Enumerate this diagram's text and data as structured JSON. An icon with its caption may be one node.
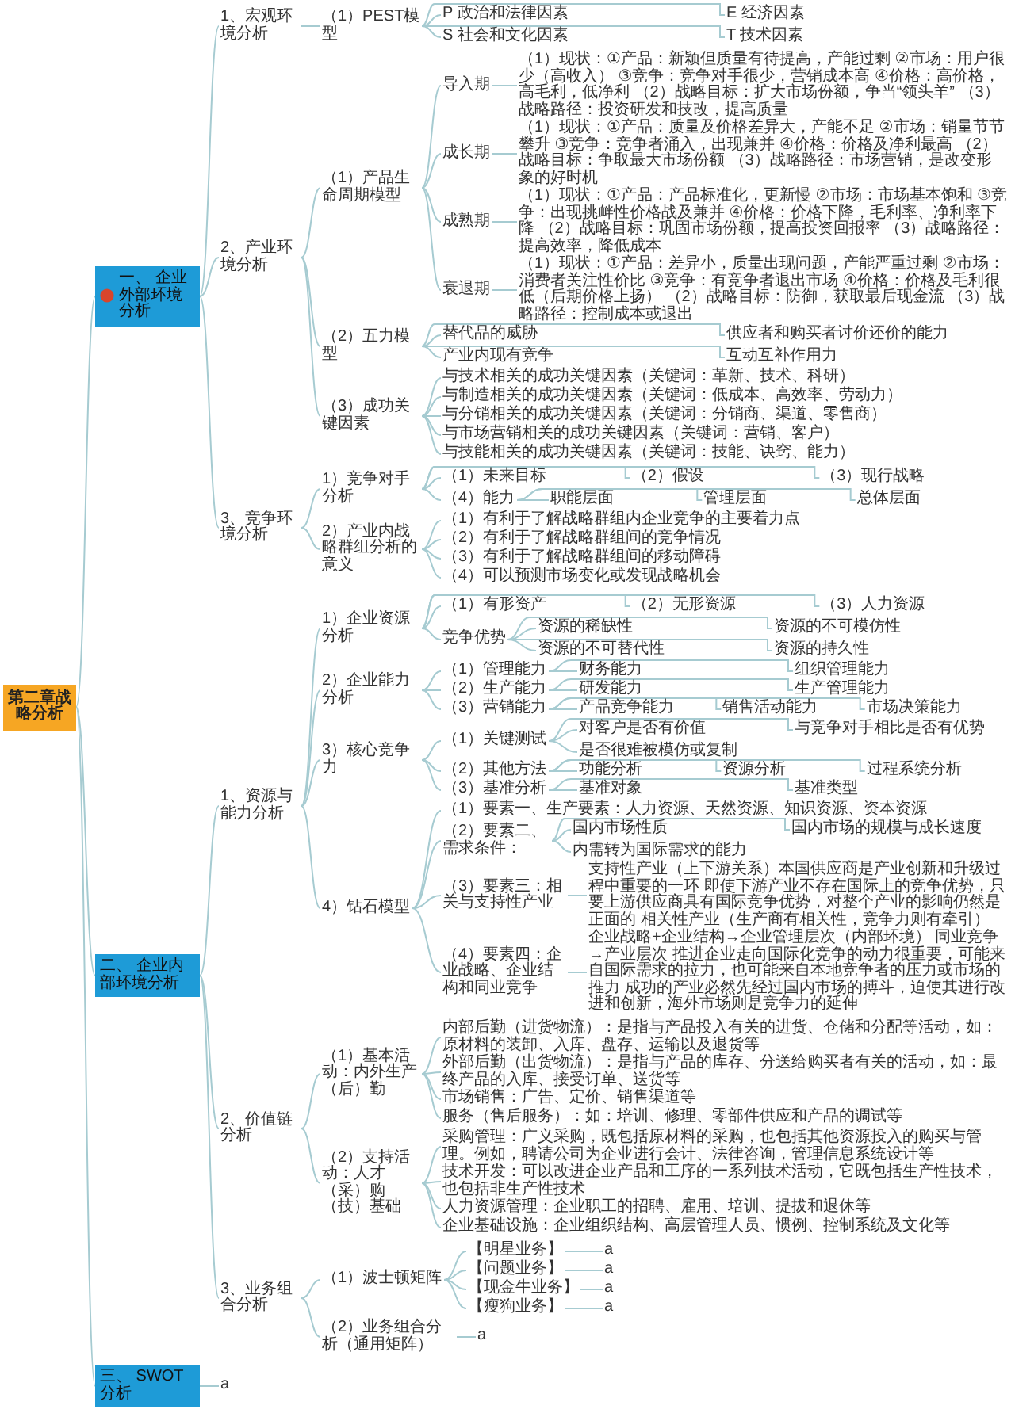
{
  "diagram": {
    "nodes": [
      {
        "text": [
          "第二章战略分析"
        ]
      },
      {
        "text": [
          "一、 企业外部环境分析"
        ]
      },
      {
        "text": [
          "1、宏观环境分析"
        ]
      },
      {
        "text": [
          "（1）PEST模型"
        ]
      },
      {
        "text": [
          "P 政治和法律因素"
        ]
      },
      {
        "text": [
          "E 经济因素"
        ]
      },
      {
        "text": [
          "S 社会和文化因素"
        ]
      },
      {
        "text": [
          "T 技术因素"
        ]
      },
      {
        "text": [
          "2、产业环境分析"
        ]
      },
      {
        "text": [
          "（1）产品生命周期模型"
        ]
      },
      {
        "text": [
          "导入期"
        ]
      },
      {
        "text": [
          "（1）现状：①产品：新颖但质量有待提高，产能过剩 ②市场：用户很少（高收入） ③竞争：竞争对手很少，营销成本高 ④价格：高价格，高毛利，低净利 （2）战略目标：扩大市场份额，争当“领头羊” （3）战略路径：投资研发和技改，提高质量"
        ]
      },
      {
        "text": [
          "成长期"
        ]
      },
      {
        "text": [
          "（1）现状：①产品：质量及价格差异大，产能不足 ②市场：销量节节攀升 ③竞争：竞争者涌入，出现兼并 ④价格：价格及净利最高 （2）战略目标：争取最大市场份额 （3）战略路径：市场营销，是改变形象的好时机"
        ]
      },
      {
        "text": [
          "成熟期"
        ]
      },
      {
        "text": [
          "（1）现状：①产品：产品标准化，更新慢 ②市场：市场基本饱和 ③竞争：出现挑衅性价格战及兼并 ④价格：价格下降，毛利率、净利率下降 （2）战略目标：巩固市场份额，提高投资回报率 （3）战略路径：提高效率，降低成本"
        ]
      },
      {
        "text": [
          "衰退期"
        ]
      },
      {
        "text": [
          "（1）现状：①产品：差异小，质量出现问题，产能严重过剩 ②市场：消费者关注性价比 ③竞争：有竞争者退出市场 ④价格：价格及毛利很低（后期价格上扬） （2）战略目标：防御，获取最后现金流 （3）战略路径：控制成本或退出"
        ]
      },
      {
        "text": [
          "（2）五力模型"
        ]
      },
      {
        "text": [
          "替代品的威胁"
        ]
      },
      {
        "text": [
          "供应者和购买者讨价还价的能力"
        ]
      },
      {
        "text": [
          "产业内现有竞争"
        ]
      },
      {
        "text": [
          "互动互补作用力"
        ]
      },
      {
        "text": [
          "（3）成功关键因素"
        ]
      },
      {
        "text": [
          "与技术相关的成功关键因素（关键词：革新、技术、科研）"
        ]
      },
      {
        "text": [
          "与制造相关的成功关键因素（关键词：低成本、高效率、劳动力）"
        ]
      },
      {
        "text": [
          "与分销相关的成功关键因素（关键词：分销商、渠道、零售商）"
        ]
      },
      {
        "text": [
          "与市场营销相关的成功关键因素（关键词：营销、客户）"
        ]
      },
      {
        "text": [
          "与技能相关的成功关键因素（关键词：技能、诀窍、能力）"
        ]
      },
      {
        "text": [
          "3、竞争环境分析"
        ]
      },
      {
        "text": [
          "1）竞争对手分析"
        ]
      },
      {
        "text": [
          "（1）未来目标"
        ]
      },
      {
        "text": [
          "（2）假设"
        ]
      },
      {
        "text": [
          "（3）现行战略"
        ]
      },
      {
        "text": [
          "（4）能力"
        ]
      },
      {
        "text": [
          "职能层面"
        ]
      },
      {
        "text": [
          "管理层面"
        ]
      },
      {
        "text": [
          "总体层面"
        ]
      },
      {
        "text": [
          "2）产业内战略群组分析的意义"
        ]
      },
      {
        "text": [
          "（1）有利于了解战略群组内企业竞争的主要着力点"
        ]
      },
      {
        "text": [
          "（2）有利于了解战略群组间的竞争情况"
        ]
      },
      {
        "text": [
          "（3）有利于了解战略群组间的移动障碍"
        ]
      },
      {
        "text": [
          "（4）可以预测市场变化或发现战略机会"
        ]
      },
      {
        "text": [
          "二、 企业内部环境分析"
        ]
      },
      {
        "text": [
          "1、资源与能力分析"
        ]
      },
      {
        "text": [
          "1）企业资源分析"
        ]
      },
      {
        "text": [
          "（1）有形资产"
        ]
      },
      {
        "text": [
          "（2）无形资源"
        ]
      },
      {
        "text": [
          "（3）人力资源"
        ]
      },
      {
        "text": [
          "竞争优势"
        ]
      },
      {
        "text": [
          "资源的稀缺性"
        ]
      },
      {
        "text": [
          "资源的不可模仿性"
        ]
      },
      {
        "text": [
          "资源的不可替代性"
        ]
      },
      {
        "text": [
          "资源的持久性"
        ]
      },
      {
        "text": [
          "2）企业能力分析"
        ]
      },
      {
        "text": [
          "（1）管理能力"
        ]
      },
      {
        "text": [
          "财务能力"
        ]
      },
      {
        "text": [
          "组织管理能力"
        ]
      },
      {
        "text": [
          "（2）生产能力"
        ]
      },
      {
        "text": [
          "研发能力"
        ]
      },
      {
        "text": [
          "生产管理能力"
        ]
      },
      {
        "text": [
          "（3）营销能力"
        ]
      },
      {
        "text": [
          "产品竞争能力"
        ]
      },
      {
        "text": [
          "销售活动能力"
        ]
      },
      {
        "text": [
          "市场决策能力"
        ]
      },
      {
        "text": [
          "3）核心竞争力"
        ]
      },
      {
        "text": [
          "（1）关键测试"
        ]
      },
      {
        "text": [
          "对客户是否有价值"
        ]
      },
      {
        "text": [
          "与竞争对手相比是否有优势"
        ]
      },
      {
        "text": [
          "是否很难被模仿或复制"
        ]
      },
      {
        "text": [
          "（2）其他方法"
        ]
      },
      {
        "text": [
          "功能分析"
        ]
      },
      {
        "text": [
          "资源分析"
        ]
      },
      {
        "text": [
          "过程系统分析"
        ]
      },
      {
        "text": [
          "（3）基准分析"
        ]
      },
      {
        "text": [
          "基准对象"
        ]
      },
      {
        "text": [
          "基准类型"
        ]
      },
      {
        "text": [
          "4）钻石模型"
        ]
      },
      {
        "text": [
          "（1）要素一、生产要素：人力资源、天然资源、知识资源、资本资源"
        ]
      },
      {
        "text": [
          "（2）要素二、需求条件："
        ]
      },
      {
        "text": [
          "国内市场性质"
        ]
      },
      {
        "text": [
          "国内市场的规模与成长速度"
        ]
      },
      {
        "text": [
          "内需转为国际需求的能力"
        ]
      },
      {
        "text": [
          "（3）要素三：相关与支持性产业"
        ]
      },
      {
        "text": [
          "支持性产业（上下游关系）本国供应商是产业创新和升级过程中重要的一环 即使下游产业不存在国际上的竞争优势，只要上游供应商具有国际竞争优势，对整个产业的影响仍然是正面的 相关性产业（生产商有相关性，竞争力则有牵引）"
        ]
      },
      {
        "text": [
          "（4）要素四：企业战略、企业结构和同业竞争"
        ]
      },
      {
        "text": [
          "企业战略+企业结构→企业管理层次（内部环境） 同业竞争→产业层次 推进企业走向国际化竞争的动力很重要，可能来自国际需求的拉力，也可能来自本地竞争者的压力或市场的推力 成功的产业必然先经过国内市场的搏斗，迫使其进行改进和创新，海外市场则是竞争力的延伸"
        ]
      },
      {
        "text": [
          "2、价值链分析"
        ]
      },
      {
        "text": [
          "（1）基本活动：内外生产（后）勤"
        ]
      },
      {
        "text": [
          "内部后勤（进货物流）：是指与产品投入有关的进货、仓储和分配等活动，如：原材料的装卸、入库、盘存、运输以及退货等"
        ]
      },
      {
        "text": [
          "外部后勤（出货物流）：是指与产品的库存、分送给购买者有关的活动，如：最终产品的入库、接受订单、送货等"
        ]
      },
      {
        "text": [
          "市场销售：广告、定价、销售渠道等"
        ]
      },
      {
        "text": [
          "服务（售后服务）：如：培训、修理、零部件供应和产品的调试等"
        ]
      },
      {
        "text": [
          "（2）支持活动：人才（采）购（技）基础"
        ]
      },
      {
        "text": [
          "采购管理：广义采购，既包括原材料的采购，也包括其他资源投入的购买与管理。例如，聘请公司为企业进行会计、法律咨询，管理信息系统设计等"
        ]
      },
      {
        "text": [
          "技术开发：可以改进企业产品和工序的一系列技术活动，它既包括生产性技术，也包括非生产性技术"
        ]
      },
      {
        "text": [
          "人力资源管理：企业职工的招聘、雇用、培训、提拔和退休等"
        ]
      },
      {
        "text": [
          "企业基础设施：企业组织结构、高层管理人员、惯例、控制系统及文化等"
        ]
      },
      {
        "text": [
          "3、业务组合分析"
        ]
      },
      {
        "text": [
          "（1）波士顿矩阵"
        ]
      },
      {
        "text": [
          "【明星业务】"
        ]
      },
      {
        "text": [
          "a"
        ]
      },
      {
        "text": [
          "【问题业务】"
        ]
      },
      {
        "text": [
          "a"
        ]
      },
      {
        "text": [
          "【现金牛业务】"
        ]
      },
      {
        "text": [
          "a"
        ]
      },
      {
        "text": [
          "【瘦狗业务】"
        ]
      },
      {
        "text": [
          "a"
        ]
      },
      {
        "text": [
          "（2）业务组合分析（通用矩阵）"
        ]
      },
      {
        "text": [
          "a"
        ]
      },
      {
        "text": [
          "三、 SWOT分析"
        ]
      },
      {
        "text": [
          "a"
        ]
      }
    ],
    "edges": [
      {
        "from": 0,
        "to": 1,
        "arrow": "none"
      },
      {
        "from": 0,
        "to": 43,
        "arrow": "none"
      },
      {
        "from": 0,
        "to": 110,
        "arrow": "none"
      },
      {
        "from": 1,
        "to": 2,
        "arrow": "none"
      },
      {
        "from": 1,
        "to": 8,
        "arrow": "none"
      },
      {
        "from": 1,
        "to": 29,
        "arrow": "none"
      },
      {
        "from": 2,
        "to": 3,
        "arrow": "none"
      },
      {
        "from": 3,
        "to": 4,
        "arrow": "none"
      },
      {
        "from": 3,
        "to": 5,
        "arrow": "none"
      },
      {
        "from": 3,
        "to": 6,
        "arrow": "none"
      },
      {
        "from": 3,
        "to": 7,
        "arrow": "none"
      },
      {
        "from": 8,
        "to": 9,
        "arrow": "none"
      },
      {
        "from": 8,
        "to": 18,
        "arrow": "none"
      },
      {
        "from": 8,
        "to": 23,
        "arrow": "none"
      },
      {
        "from": 9,
        "to": 10,
        "arrow": "none"
      },
      {
        "from": 9,
        "to": 12,
        "arrow": "none"
      },
      {
        "from": 9,
        "to": 14,
        "arrow": "none"
      },
      {
        "from": 9,
        "to": 16,
        "arrow": "none"
      },
      {
        "from": 10,
        "to": 11,
        "arrow": "none"
      },
      {
        "from": 12,
        "to": 13,
        "arrow": "none"
      },
      {
        "from": 14,
        "to": 15,
        "arrow": "none"
      },
      {
        "from": 16,
        "to": 17,
        "arrow": "none"
      },
      {
        "from": 18,
        "to": 19,
        "arrow": "none"
      },
      {
        "from": 18,
        "to": 20,
        "arrow": "none"
      },
      {
        "from": 18,
        "to": 21,
        "arrow": "none"
      },
      {
        "from": 18,
        "to": 22,
        "arrow": "none"
      },
      {
        "from": 23,
        "to": 24,
        "arrow": "none"
      },
      {
        "from": 23,
        "to": 25,
        "arrow": "none"
      },
      {
        "from": 23,
        "to": 26,
        "arrow": "none"
      },
      {
        "from": 23,
        "to": 27,
        "arrow": "none"
      },
      {
        "from": 23,
        "to": 28,
        "arrow": "none"
      },
      {
        "from": 29,
        "to": 30,
        "arrow": "none"
      },
      {
        "from": 29,
        "to": 38,
        "arrow": "none"
      },
      {
        "from": 30,
        "to": 31,
        "arrow": "none"
      },
      {
        "from": 30,
        "to": 32,
        "arrow": "none"
      },
      {
        "from": 30,
        "to": 33,
        "arrow": "none"
      },
      {
        "from": 30,
        "to": 34,
        "arrow": "none"
      },
      {
        "from": 34,
        "to": 35,
        "arrow": "none"
      },
      {
        "from": 34,
        "to": 36,
        "arrow": "none"
      },
      {
        "from": 34,
        "to": 37,
        "arrow": "none"
      },
      {
        "from": 38,
        "to": 39,
        "arrow": "none"
      },
      {
        "from": 38,
        "to": 40,
        "arrow": "none"
      },
      {
        "from": 38,
        "to": 41,
        "arrow": "none"
      },
      {
        "from": 38,
        "to": 42,
        "arrow": "none"
      },
      {
        "from": 43,
        "to": 44,
        "arrow": "none"
      },
      {
        "from": 43,
        "to": 87,
        "arrow": "none"
      },
      {
        "from": 43,
        "to": 98,
        "arrow": "none"
      },
      {
        "from": 44,
        "to": 45,
        "arrow": "none"
      },
      {
        "from": 44,
        "to": 54,
        "arrow": "none"
      },
      {
        "from": 44,
        "to": 65,
        "arrow": "none"
      },
      {
        "from": 44,
        "to": 77,
        "arrow": "none"
      },
      {
        "from": 45,
        "to": 46,
        "arrow": "none"
      },
      {
        "from": 45,
        "to": 47,
        "arrow": "none"
      },
      {
        "from": 45,
        "to": 48,
        "arrow": "none"
      },
      {
        "from": 45,
        "to": 49,
        "arrow": "none"
      },
      {
        "from": 49,
        "to": 50,
        "arrow": "none"
      },
      {
        "from": 49,
        "to": 51,
        "arrow": "none"
      },
      {
        "from": 49,
        "to": 52,
        "arrow": "none"
      },
      {
        "from": 49,
        "to": 53,
        "arrow": "none"
      },
      {
        "from": 54,
        "to": 55,
        "arrow": "none"
      },
      {
        "from": 54,
        "to": 58,
        "arrow": "none"
      },
      {
        "from": 54,
        "to": 61,
        "arrow": "none"
      },
      {
        "from": 55,
        "to": 56,
        "arrow": "none"
      },
      {
        "from": 55,
        "to": 57,
        "arrow": "none"
      },
      {
        "from": 58,
        "to": 59,
        "arrow": "none"
      },
      {
        "from": 58,
        "to": 60,
        "arrow": "none"
      },
      {
        "from": 61,
        "to": 62,
        "arrow": "none"
      },
      {
        "from": 61,
        "to": 63,
        "arrow": "none"
      },
      {
        "from": 61,
        "to": 64,
        "arrow": "none"
      },
      {
        "from": 65,
        "to": 66,
        "arrow": "none"
      },
      {
        "from": 65,
        "to": 70,
        "arrow": "none"
      },
      {
        "from": 65,
        "to": 74,
        "arrow": "none"
      },
      {
        "from": 66,
        "to": 67,
        "arrow": "none"
      },
      {
        "from": 66,
        "to": 68,
        "arrow": "none"
      },
      {
        "from": 66,
        "to": 69,
        "arrow": "none"
      },
      {
        "from": 70,
        "to": 71,
        "arrow": "none"
      },
      {
        "from": 70,
        "to": 72,
        "arrow": "none"
      },
      {
        "from": 70,
        "to": 73,
        "arrow": "none"
      },
      {
        "from": 74,
        "to": 75,
        "arrow": "none"
      },
      {
        "from": 74,
        "to": 76,
        "arrow": "none"
      },
      {
        "from": 77,
        "to": 78,
        "arrow": "none"
      },
      {
        "from": 77,
        "to": 79,
        "arrow": "none"
      },
      {
        "from": 77,
        "to": 83,
        "arrow": "none"
      },
      {
        "from": 77,
        "to": 85,
        "arrow": "none"
      },
      {
        "from": 79,
        "to": 80,
        "arrow": "none"
      },
      {
        "from": 79,
        "to": 81,
        "arrow": "none"
      },
      {
        "from": 79,
        "to": 82,
        "arrow": "none"
      },
      {
        "from": 83,
        "to": 84,
        "arrow": "none"
      },
      {
        "from": 85,
        "to": 86,
        "arrow": "none"
      },
      {
        "from": 87,
        "to": 88,
        "arrow": "none"
      },
      {
        "from": 87,
        "to": 93,
        "arrow": "none"
      },
      {
        "from": 88,
        "to": 89,
        "arrow": "none"
      },
      {
        "from": 88,
        "to": 90,
        "arrow": "none"
      },
      {
        "from": 88,
        "to": 91,
        "arrow": "none"
      },
      {
        "from": 88,
        "to": 92,
        "arrow": "none"
      },
      {
        "from": 93,
        "to": 94,
        "arrow": "none"
      },
      {
        "from": 93,
        "to": 95,
        "arrow": "none"
      },
      {
        "from": 93,
        "to": 96,
        "arrow": "none"
      },
      {
        "from": 93,
        "to": 97,
        "arrow": "none"
      },
      {
        "from": 98,
        "to": 99,
        "arrow": "none"
      },
      {
        "from": 98,
        "to": 108,
        "arrow": "none"
      },
      {
        "from": 99,
        "to": 100,
        "arrow": "none"
      },
      {
        "from": 99,
        "to": 102,
        "arrow": "none"
      },
      {
        "from": 99,
        "to": 104,
        "arrow": "none"
      },
      {
        "from": 99,
        "to": 106,
        "arrow": "none"
      },
      {
        "from": 100,
        "to": 101,
        "arrow": "none"
      },
      {
        "from": 102,
        "to": 103,
        "arrow": "none"
      },
      {
        "from": 104,
        "to": 105,
        "arrow": "none"
      },
      {
        "from": 106,
        "to": 107,
        "arrow": "none"
      },
      {
        "from": 108,
        "to": 109,
        "arrow": "none"
      },
      {
        "from": 110,
        "to": 111,
        "arrow": "none"
      }
    ]
  }
}
